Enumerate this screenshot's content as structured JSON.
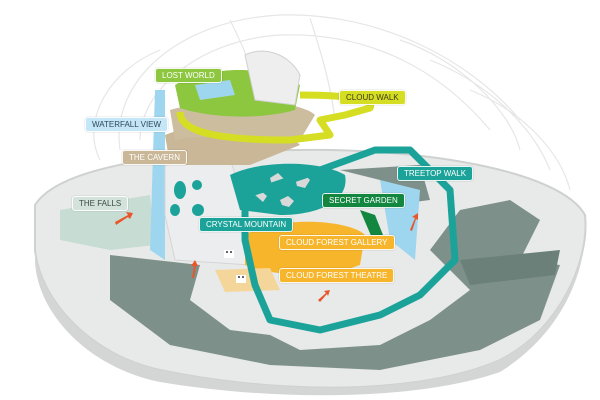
{
  "map": {
    "zones": [
      {
        "id": "lost-world",
        "label": "Lost World",
        "color": "#8dc63f",
        "text": "#ffffff"
      },
      {
        "id": "cloud-walk",
        "label": "Cloud Walk",
        "color": "#d6de23",
        "text": "#3a3a1a"
      },
      {
        "id": "waterfall-view",
        "label": "Waterfall View",
        "color": "#c4e6f7",
        "text": "#2d4a5a"
      },
      {
        "id": "the-cavern",
        "label": "The Cavern",
        "color": "#c9b797",
        "text": "#ffffff"
      },
      {
        "id": "the-falls",
        "label": "The Falls",
        "color": "#d3e3dc",
        "text": "#3d4a44"
      },
      {
        "id": "crystal-mountain",
        "label": "Crystal Mountain",
        "color": "#1ba39a",
        "text": "#ffffff"
      },
      {
        "id": "secret-garden",
        "label": "Secret Garden",
        "color": "#138640",
        "text": "#ffffff"
      },
      {
        "id": "treetop-walk",
        "label": "Treetop Walk",
        "color": "#1ba39a",
        "text": "#ffffff"
      },
      {
        "id": "cloud-forest-gallery",
        "label": "Cloud Forest Gallery",
        "color": "#f7b52c",
        "text": "#ffffff"
      },
      {
        "id": "cloud-forest-theatre",
        "label": "Cloud Forest Theatre",
        "color": "#f7b52c",
        "text": "#ffffff"
      }
    ],
    "colors": {
      "path": "#7d918a",
      "platform": "#e8e9e9",
      "edge": "#cfd1d1",
      "water": "#9fd6ef",
      "arrow": "#e8562a"
    }
  }
}
